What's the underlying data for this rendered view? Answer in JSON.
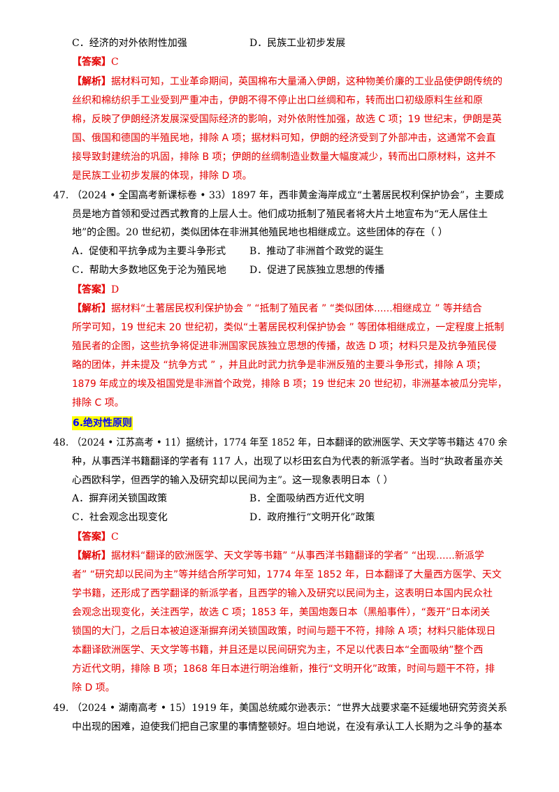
{
  "q46": {
    "opt_c": "C．经济的对外依附性加强",
    "opt_d": "D．民族工业初步发展",
    "answer_tag": "【答案】",
    "answer_value": "C",
    "analysis_tag": "【解析】",
    "analysis_lines": [
      "据材料可知，工业革命期间，英国棉布大量涌入伊朗，这种物美价廉的工业品使伊朗传统的",
      "丝织和棉纺织手工业受到严重冲击，伊朗不得不停止出口丝绸和布，转而出口初级原料生丝和原",
      "棉，反映了伊朗经济发展深受国际经济的影响，对外依附性加强，故选 C 项；19 世纪末，伊朗是英",
      "国、俄国和德国的半殖民地，排除 A 项；据材料可知，伊朗的经济受到了外部冲击，这通常不会直",
      "接导致封建统治的巩固，排除 B 项；伊朗的丝绸制造业数量大幅度减少，转而出口原材料，这并不",
      "是民族工业初步发展的体现，排除 D 项。"
    ]
  },
  "q47": {
    "number": "47.",
    "stem_lines": [
      "（2024 • 全国高考新课标卷 • 33）1897 年，西非黄金海岸成立“土著居民权利保护协会”，主要成",
      "员是地方首领和受过西式教育的上层人士。他们成功抵制了殖民者将大片土地宣布为“无人居住土",
      "地”的企图。20 世纪初，类似团体在非洲其他殖民地也相继成立。这些团体的存在（        ）"
    ],
    "opt_a": "A．促使和平抗争成为主要斗争形式",
    "opt_b": "B．推动了非洲首个政党的诞生",
    "opt_c": "C．帮助大多数地区免于沦为殖民地",
    "opt_d": "D．促进了民族独立思想的传播",
    "answer_tag": "【答案】",
    "answer_value": "D",
    "analysis_tag": "【解析】",
    "analysis_lines": [
      "据材料“土著居民权利保护协会 ” “抵制了殖民者 ” “类似团体......相继成立 ” 等并结合",
      "所学可知，19 世纪末 20 世纪初，类似“土著居民权利保护协会 ” 等团体相继成立，一定程度上抵制",
      "殖民者的企图，这些抗争将促进非洲国家民族独立思想的传播，故选 D 项；材料只是及抗争殖民侵",
      "略的团体，并未提及 “抗争方式 ” ，并且此时武力抗争是非洲反殖的主要斗争形式，排除 A 项；",
      "1879 年成立的埃及祖国党是非洲首个政党，排除 B 项；19 世纪末 20 世纪初，非洲基本被瓜分完毕，",
      "排除 C 项。"
    ]
  },
  "section_heading": "6.绝对性原则",
  "q48": {
    "number": "48.",
    "stem_lines": [
      "（2024 • 江苏高考 • 11）据统计，1774 年至 1852 年，日本翻译的欧洲医学、天文学等书籍达 470 余",
      "种，从事西洋书籍翻译的学者有 117 人，出现了以杉田玄白为代表的新派学者。当时“执政者虽亦关",
      "心西欧科学，但西学的输入及研究却以民间为主”。这一现象表明日本（        ）"
    ],
    "opt_a": "A．摒弃闭关锁国政策",
    "opt_b": "B．全面吸纳西方近代文明",
    "opt_c": "C．社会观念出现变化",
    "opt_d": "D．政府推行“文明开化”政策",
    "answer_tag": "【答案】",
    "answer_value": "C",
    "analysis_tag": "【解析】",
    "analysis_lines": [
      "据材料“翻译的欧洲医学、天文学等书籍” “从事西洋书籍翻译的学者” “出现......新派学",
      "者” “研究却以民间为主”等并结合所学可知，1774 年至 1852 年，日本翻译了大量西方医学、天文",
      "学书籍，还形成了西学翻译的新派学者，且西学的输入及研究以民间为主，这表明日本国内民众社",
      "会观念出现变化，关注西学，故选 C 项；1853 年，美国炮轰日本（黑船事件），“轰开”日本闭关",
      "锁国的大门，之后日本被迫逐渐摒弃闭关锁国政策，时间与题干不符，排除 A 项；材料只能体现日",
      "本翻译欧洲医学、天文学等书籍，并且还是以民间研究为主，不足以代表日本“全面吸纳”整个西",
      "方近代文明，排除 B 项；1868 年日本进行明治维新，推行“文明开化”政策，时间与题干不符，排",
      "除 D 项。"
    ]
  },
  "q49": {
    "number": "49.",
    "stem_lines": [
      "（2024 • 湖南高考 • 15）1919 年，美国总统威尔逊表示：“世界大战要求毫不延缓地研究劳资关系",
      "中出现的困难，迫使我们把自己家里的事情整顿好。坦白地说，在没有承认工人长期为之斗争的基本"
    ]
  }
}
